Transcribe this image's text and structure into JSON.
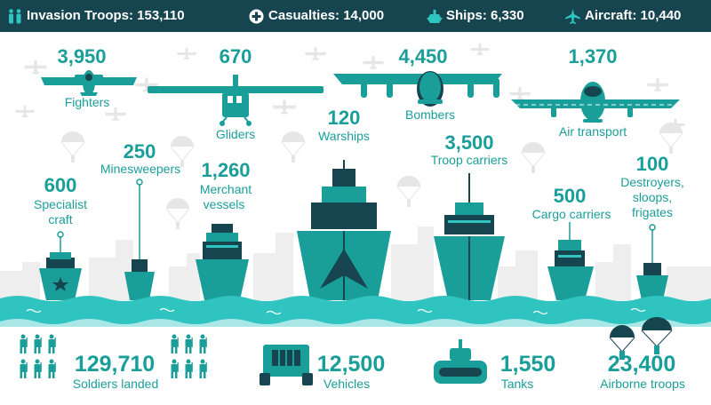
{
  "header": {
    "invasion_troops": "Invasion Troops: 153,110",
    "casualties": "Casualties: 14,000",
    "ships": "Ships: 6,330",
    "aircraft": "Aircraft: 10,440"
  },
  "aircraft": {
    "fighters": {
      "value": "3,950",
      "label": "Fighters"
    },
    "gliders": {
      "value": "670",
      "label": "Gliders"
    },
    "bombers": {
      "value": "4,450",
      "label": "Bombers"
    },
    "air_transport": {
      "value": "1,370",
      "label": "Air transport"
    }
  },
  "ships": {
    "specialist": {
      "value": "600",
      "label1": "Specialist",
      "label2": "craft"
    },
    "minesweepers": {
      "value": "250",
      "label": "Minesweepers"
    },
    "merchant": {
      "value": "1,260",
      "label1": "Merchant",
      "label2": "vessels"
    },
    "warships": {
      "value": "120",
      "label": "Warships"
    },
    "troop_carriers": {
      "value": "3,500",
      "label": "Troop carriers"
    },
    "cargo_carriers": {
      "value": "500",
      "label": "Cargo carriers"
    },
    "destroyers": {
      "value": "100",
      "label1": "Destroyers,",
      "label2": "sloops,",
      "label3": "frigates"
    }
  },
  "ground": {
    "soldiers": {
      "value": "129,710",
      "label": "Soldiers landed"
    },
    "vehicles": {
      "value": "12,500",
      "label": "Vehicles"
    },
    "tanks": {
      "value": "1,550",
      "label": "Tanks"
    },
    "airborne": {
      "value": "23,400",
      "label": "Airborne troops"
    }
  },
  "colors": {
    "teal": "#1a9e9a",
    "dark": "#16444f",
    "light": "#e6e6e6",
    "water": "#2fc4c0"
  }
}
